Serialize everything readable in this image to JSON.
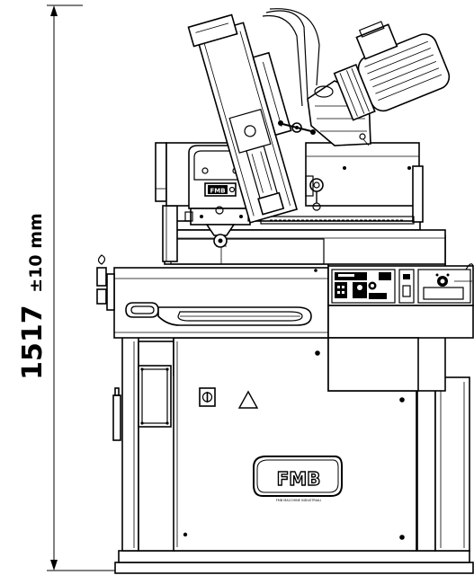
{
  "dimension": {
    "value": "1517",
    "tolerance": "±10 mm"
  },
  "brand": {
    "logo_text": "FMB",
    "logo_small_text": "FMB",
    "tagline": "FMB MACCHINE INDUSTRIALI"
  },
  "colors": {
    "ink": "#000000",
    "paper": "#ffffff"
  },
  "icons": {
    "warning": "warning-triangle-icon",
    "main_switch": "power-switch-icon"
  }
}
